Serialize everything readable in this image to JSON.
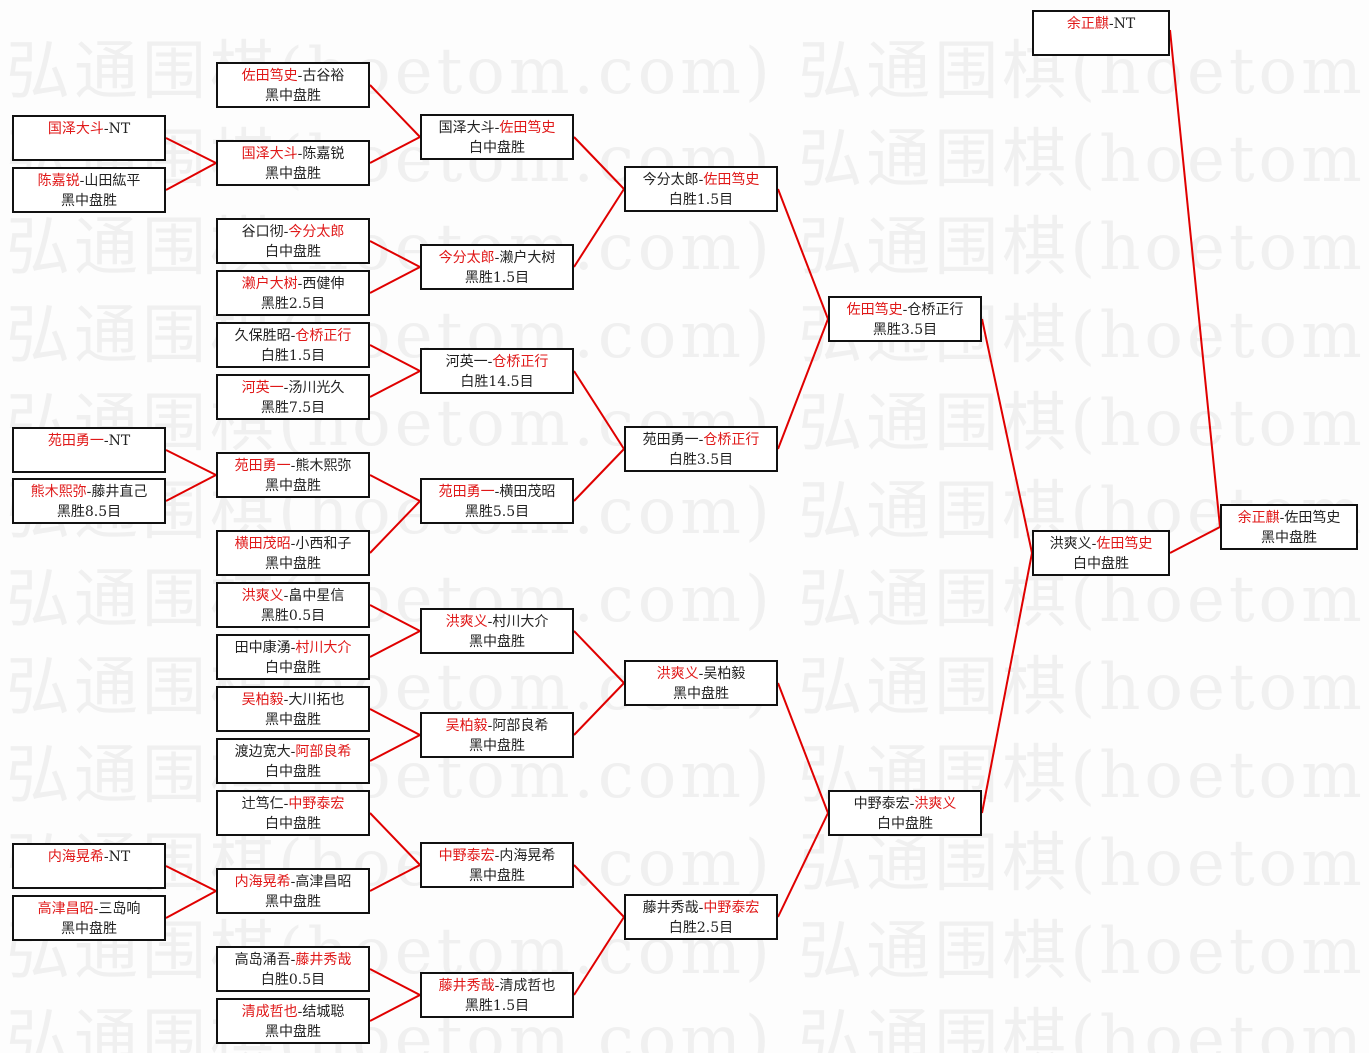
{
  "watermark": "弘通围棋(hoetom.com) 弘通围棋(hoetom.com) 弘",
  "separator": "-",
  "colors": {
    "winner": "#e01818",
    "line": "#e00000",
    "border": "#111111"
  },
  "matches": [
    {
      "p": [
        "国泽大斗",
        "NT"
      ],
      "w": 0,
      "result": ""
    },
    {
      "p": [
        "陈嘉锐",
        "山田紘平"
      ],
      "w": 0,
      "result": "黑中盘胜"
    },
    {
      "p": [
        "苑田勇一",
        "NT"
      ],
      "w": 0,
      "result": ""
    },
    {
      "p": [
        "熊木熙弥",
        "藤井直己"
      ],
      "w": 0,
      "result": "黑胜8.5目"
    },
    {
      "p": [
        "内海晃希",
        "NT"
      ],
      "w": 0,
      "result": ""
    },
    {
      "p": [
        "高津昌昭",
        "三岛响"
      ],
      "w": 0,
      "result": "黑中盘胜"
    },
    {
      "p": [
        "佐田笃史",
        "古谷裕"
      ],
      "w": 0,
      "result": "黑中盘胜"
    },
    {
      "p": [
        "国泽大斗",
        "陈嘉锐"
      ],
      "w": 0,
      "result": "黑中盘胜"
    },
    {
      "p": [
        "谷口彻",
        "今分太郎"
      ],
      "w": 1,
      "result": "白中盘胜"
    },
    {
      "p": [
        "濑户大树",
        "西健伸"
      ],
      "w": 0,
      "result": "黑胜2.5目"
    },
    {
      "p": [
        "久保胜昭",
        "仓桥正行"
      ],
      "w": 1,
      "result": "白胜1.5目"
    },
    {
      "p": [
        "河英一",
        "汤川光久"
      ],
      "w": 0,
      "result": "黑胜7.5目"
    },
    {
      "p": [
        "苑田勇一",
        "熊木熙弥"
      ],
      "w": 0,
      "result": "黑中盘胜"
    },
    {
      "p": [
        "横田茂昭",
        "小西和子"
      ],
      "w": 0,
      "result": "黑中盘胜"
    },
    {
      "p": [
        "洪爽义",
        "畠中星信"
      ],
      "w": 0,
      "result": "黑胜0.5目"
    },
    {
      "p": [
        "田中康湧",
        "村川大介"
      ],
      "w": 1,
      "result": "白中盘胜"
    },
    {
      "p": [
        "吴柏毅",
        "大川拓也"
      ],
      "w": 0,
      "result": "黑中盘胜"
    },
    {
      "p": [
        "渡边宽大",
        "阿部良希"
      ],
      "w": 1,
      "result": "白中盘胜"
    },
    {
      "p": [
        "辻笃仁",
        "中野泰宏"
      ],
      "w": 1,
      "result": "白中盘胜"
    },
    {
      "p": [
        "内海晃希",
        "高津昌昭"
      ],
      "w": 0,
      "result": "黑中盘胜"
    },
    {
      "p": [
        "高岛涌吾",
        "藤井秀哉"
      ],
      "w": 1,
      "result": "白胜0.5目"
    },
    {
      "p": [
        "清成哲也",
        "结城聪"
      ],
      "w": 0,
      "result": "黑中盘胜"
    },
    {
      "p": [
        "国泽大斗",
        "佐田笃史"
      ],
      "w": 1,
      "result": "白中盘胜"
    },
    {
      "p": [
        "今分太郎",
        "濑户大树"
      ],
      "w": 0,
      "result": "黑胜1.5目"
    },
    {
      "p": [
        "河英一",
        "仓桥正行"
      ],
      "w": 1,
      "result": "白胜14.5目"
    },
    {
      "p": [
        "苑田勇一",
        "横田茂昭"
      ],
      "w": 0,
      "result": "黑胜5.5目"
    },
    {
      "p": [
        "洪爽义",
        "村川大介"
      ],
      "w": 0,
      "result": "黑中盘胜"
    },
    {
      "p": [
        "吴柏毅",
        "阿部良希"
      ],
      "w": 0,
      "result": "黑中盘胜"
    },
    {
      "p": [
        "中野泰宏",
        "内海晃希"
      ],
      "w": 0,
      "result": "黑中盘胜"
    },
    {
      "p": [
        "藤井秀哉",
        "清成哲也"
      ],
      "w": 0,
      "result": "黑胜1.5目"
    },
    {
      "p": [
        "今分太郎",
        "佐田笃史"
      ],
      "w": 1,
      "result": "白胜1.5目"
    },
    {
      "p": [
        "苑田勇一",
        "仓桥正行"
      ],
      "w": 1,
      "result": "白胜3.5目"
    },
    {
      "p": [
        "洪爽义",
        "吴柏毅"
      ],
      "w": 0,
      "result": "黑中盘胜"
    },
    {
      "p": [
        "藤井秀哉",
        "中野泰宏"
      ],
      "w": 1,
      "result": "白胜2.5目"
    },
    {
      "p": [
        "佐田笃史",
        "仓桥正行"
      ],
      "w": 0,
      "result": "黑胜3.5目"
    },
    {
      "p": [
        "中野泰宏",
        "洪爽义"
      ],
      "w": 1,
      "result": "白中盘胜"
    },
    {
      "p": [
        "余正麒",
        "NT"
      ],
      "w": 0,
      "result": ""
    },
    {
      "p": [
        "洪爽义",
        "佐田笃史"
      ],
      "w": 1,
      "result": "白中盘胜"
    },
    {
      "p": [
        "余正麒",
        "佐田笃史"
      ],
      "w": 0,
      "result": "黑中盘胜"
    }
  ]
}
